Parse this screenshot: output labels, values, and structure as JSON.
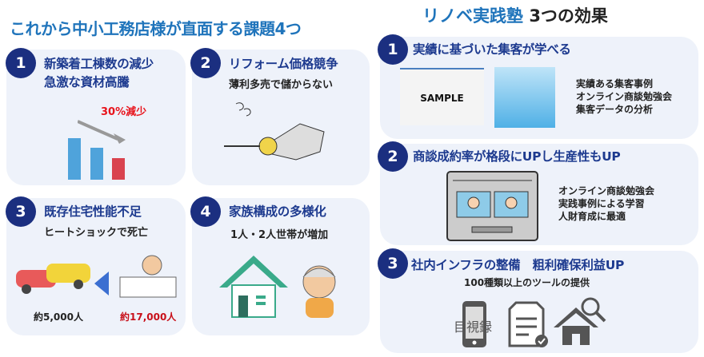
{
  "left": {
    "title": "これから中小工務店様が直面する課題4つ",
    "cards": [
      {
        "num": "1",
        "title1": "新築着工棟数の減少",
        "title2": "急激な資材高騰",
        "annotation": "30%減少"
      },
      {
        "num": "2",
        "title": "リフォーム価格競争",
        "subtitle": "薄利多売で儲からない"
      },
      {
        "num": "3",
        "title": "既存住宅性能不足",
        "subtitle": "ヒートショックで死亡",
        "count_left": "約5,000人",
        "count_right": "約17,000人"
      },
      {
        "num": "4",
        "title": "家族構成の多様化",
        "subtitle": "1人・2人世帯が増加"
      }
    ]
  },
  "right": {
    "title_brand": "リノベ実践塾",
    "title_rest": "3つの効果",
    "cards": [
      {
        "num": "1",
        "title": "実績に基づいた集客が学べる",
        "sample_label": "SAMPLE",
        "items": [
          "実績ある集客事例",
          "オンライン商談勉強会",
          "集客データの分析"
        ]
      },
      {
        "num": "2",
        "title": "商談成約率が格段にUPし生産性もUP",
        "items": [
          "オンライン商談勉強会",
          "実践事例による学習",
          "人財育成に最適"
        ]
      },
      {
        "num": "3",
        "title": "社内インフラの整備　粗利確保利益UP",
        "subtitle": "100種類以上のツールの提供",
        "logo_text": "目視録"
      }
    ]
  },
  "colors": {
    "navy": "#1b2f80",
    "blue": "#1f74bb",
    "red": "#e8141c",
    "bar_blue": "#4fa3db",
    "bar_red": "#d9434f"
  }
}
